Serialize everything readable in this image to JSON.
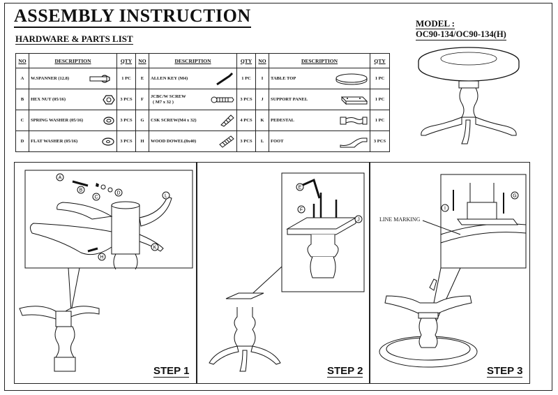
{
  "document": {
    "title": "ASSEMBLY INSTRUCTION",
    "subtitle": "HARDWARE & PARTS LIST",
    "model_label": "MODEL :",
    "model_number": "OC90-134/OC90-134(H)"
  },
  "parts_table": {
    "headers": {
      "no": "NO",
      "description": "DESCRIPTION",
      "qty": "QTY"
    },
    "rows": [
      [
        {
          "no": "A",
          "description": "W.SPANNER (12.8)",
          "qty": "1 PC",
          "icon": "spanner-icon"
        },
        {
          "no": "E",
          "description": "ALLEN KEY (M4)",
          "qty": "1 PC",
          "icon": "allen-key-icon"
        },
        {
          "no": "I",
          "description": "TABLE TOP",
          "qty": "1 PC",
          "icon": "table-top-icon"
        }
      ],
      [
        {
          "no": "B",
          "description": "HEX NUT (05/16)",
          "qty": "3 PCS",
          "icon": "hex-nut-icon"
        },
        {
          "no": "F",
          "description": "JCBC/W SCREW",
          "description2": "( M7 x 32 )",
          "qty": "3 PCS",
          "icon": "jcbc-screw-icon"
        },
        {
          "no": "J",
          "description": "SUPPORT PANEL",
          "qty": "1 PC",
          "icon": "support-panel-icon"
        }
      ],
      [
        {
          "no": "C",
          "description": "SPRING WASHER (05/16)",
          "qty": "3 PCS",
          "icon": "spring-washer-icon"
        },
        {
          "no": "G",
          "description": "CSK SCREW(M4 x 32)",
          "qty": "4 PCS",
          "icon": "csk-screw-icon"
        },
        {
          "no": "K",
          "description": "PEDESTAL",
          "qty": "1 PC",
          "icon": "pedestal-icon"
        }
      ],
      [
        {
          "no": "D",
          "description": "FLAT WASHER (05/16)",
          "qty": "3 PCS",
          "icon": "flat-washer-icon"
        },
        {
          "no": "H",
          "description": "WOOD DOWEL(8x40)",
          "qty": "3 PCS",
          "icon": "wood-dowel-icon"
        },
        {
          "no": "L",
          "description": "FOOT",
          "qty": "3 PCS",
          "icon": "foot-icon"
        }
      ]
    ]
  },
  "steps": {
    "step1": {
      "label": "STEP 1",
      "callouts": [
        "A",
        "B",
        "C",
        "D",
        "L",
        "K",
        "H"
      ]
    },
    "step2": {
      "label": "STEP 2",
      "callouts": [
        "E",
        "F",
        "J"
      ]
    },
    "step3": {
      "label": "STEP 3",
      "callouts": [
        "I",
        "G"
      ],
      "note": "LINE MARKING"
    }
  }
}
